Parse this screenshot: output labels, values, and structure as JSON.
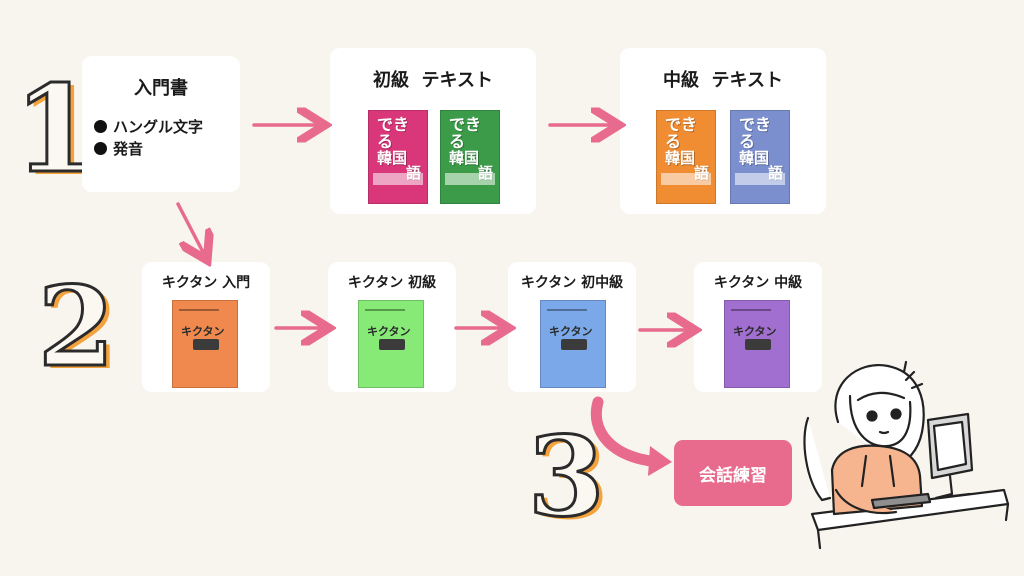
{
  "colors": {
    "background": "#f8f5ef",
    "arrow": "#e86a8c",
    "step_stroke": "#2b2b2b",
    "step_shadow": "#f4a23c"
  },
  "steps": [
    "1",
    "2",
    "3"
  ],
  "intro": {
    "title": "入門書",
    "bullets": [
      "ハングル文字",
      "発音"
    ]
  },
  "row1": [
    {
      "title": "初級  テキスト",
      "books": [
        {
          "cover_text": [
            "でき",
            "る",
            "韓国",
            "語"
          ],
          "color": "#d9377a"
        },
        {
          "cover_text": [
            "でき",
            "る",
            "韓国",
            "語"
          ],
          "color": "#3b9b48"
        }
      ]
    },
    {
      "title": "中級  テキスト",
      "books": [
        {
          "cover_text": [
            "でき",
            "る",
            "韓国",
            "語"
          ],
          "color": "#f08c32"
        },
        {
          "cover_text": [
            "でき",
            "る",
            "韓国",
            "語"
          ],
          "color": "#7b8fcf"
        }
      ]
    }
  ],
  "row2": [
    {
      "title": "キクタン 入門",
      "book_title": "キクタン",
      "color": "#f0894e"
    },
    {
      "title": "キクタン 初級",
      "book_title": "キクタン",
      "color": "#87ea77"
    },
    {
      "title": "キクタン 初中級",
      "book_title": "キクタン",
      "color": "#7ba8e8"
    },
    {
      "title": "キクタン 中級",
      "book_title": "キクタン",
      "color": "#a06fd0"
    }
  ],
  "practice": {
    "label": "会話練習"
  },
  "illustration": {
    "icon": "person-at-computer-icon"
  }
}
